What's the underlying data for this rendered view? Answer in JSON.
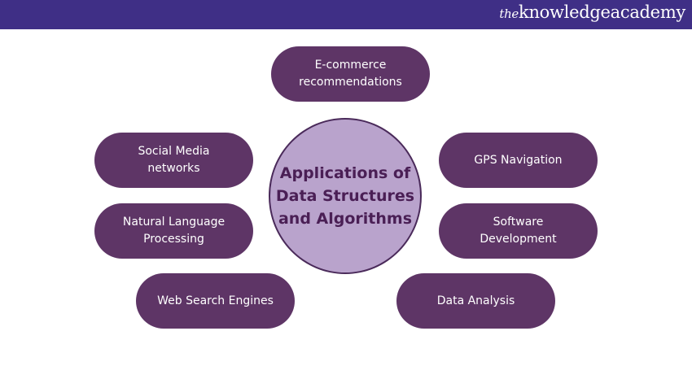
{
  "header": {
    "logo_prefix": "the",
    "logo_main": "knowledgeacademy"
  },
  "center": {
    "line1": "Applications of",
    "line2": "Data Structures",
    "line3": "and Algorithms"
  },
  "applications": {
    "ecommerce": {
      "line1": "E-commerce",
      "line2": "recommendations"
    },
    "social": {
      "line1": "Social Media",
      "line2": "networks"
    },
    "gps": {
      "line1": "GPS Navigation"
    },
    "nlp": {
      "line1": "Natural Language",
      "line2": "Processing"
    },
    "software": {
      "line1": "Software",
      "line2": "Development"
    },
    "web": {
      "line1": "Web Search Engines"
    },
    "data": {
      "line1": "Data Analysis"
    }
  },
  "colors": {
    "header": "#3f2f86",
    "pill": "#5e3566",
    "circle": "#b9a3cc",
    "circle_text": "#4a1f55"
  }
}
